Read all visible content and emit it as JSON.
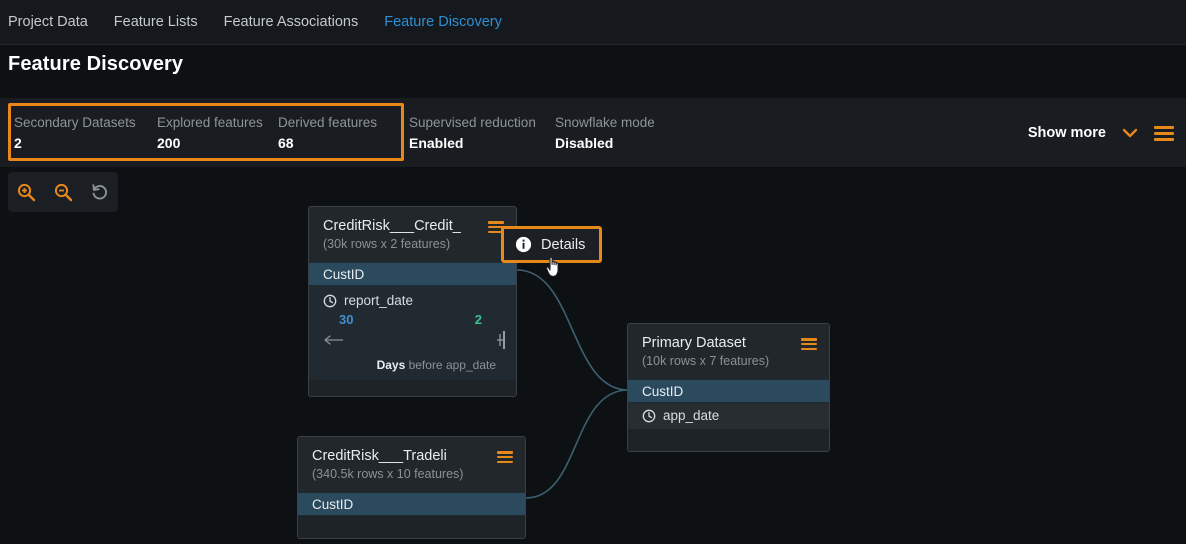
{
  "nav": {
    "items": [
      {
        "label": "Project Data",
        "active": false
      },
      {
        "label": "Feature Lists",
        "active": false
      },
      {
        "label": "Feature Associations",
        "active": false
      },
      {
        "label": "Feature Discovery",
        "active": true
      }
    ]
  },
  "page": {
    "title": "Feature Discovery"
  },
  "stats": {
    "items": [
      {
        "label": "Secondary Datasets",
        "value": "2"
      },
      {
        "label": "Explored features",
        "value": "200"
      },
      {
        "label": "Derived features",
        "value": "68"
      },
      {
        "label": "Supervised reduction",
        "value": "Enabled"
      },
      {
        "label": "Snowflake mode",
        "value": "Disabled"
      }
    ],
    "show_more_label": "Show more",
    "chevron_icon": "chevron-down-icon",
    "menu_icon": "hamburger-menu-icon",
    "highlight_color": "#e8871a"
  },
  "toolbar": {
    "zoom_in_icon": "zoom-in-icon",
    "zoom_out_icon": "zoom-out-icon",
    "reset_icon": "reset-view-icon"
  },
  "graph": {
    "secondary_top": {
      "title": "CreditRisk___Credit_",
      "subtitle": "(30k rows x 2 features)",
      "menu_icon": "hamburger-menu-icon",
      "key_row": "CustID",
      "time_feature": {
        "name": "report_date",
        "icon": "clock-icon",
        "from": "30",
        "to": "2",
        "unit_bold": "Days",
        "unit_rest": " before app_date",
        "from_color": "#3f8fd2",
        "to_color": "#37c28f"
      }
    },
    "secondary_bottom": {
      "title": "CreditRisk___Tradeli",
      "subtitle": "(340.5k rows x 10 features)",
      "menu_icon": "hamburger-menu-icon",
      "key_row": "CustID"
    },
    "primary": {
      "tab_icon": "target-icon",
      "title": "Primary Dataset",
      "subtitle": "(10k rows x 7 features)",
      "menu_icon": "hamburger-menu-icon",
      "key_row": "CustID",
      "date_row": "app_date",
      "date_icon": "clock-icon"
    },
    "link_color": "#3c6070"
  },
  "details_popup": {
    "label": "Details",
    "info_icon": "info-icon",
    "cursor_icon": "pointing-hand-cursor"
  }
}
